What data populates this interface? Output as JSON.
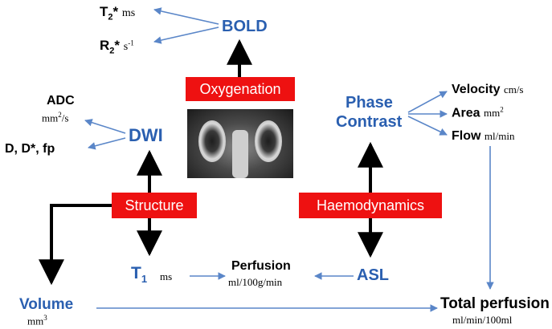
{
  "colors": {
    "blue_text": "#2a5fb0",
    "red_box": "#ee1111",
    "arrow_blue": "#5a86c8",
    "arrow_black": "#000000"
  },
  "bold": {
    "title": "BOLD"
  },
  "t2star": {
    "label": "T",
    "sub": "2",
    "star": "*",
    "unit": "ms"
  },
  "r2star": {
    "label": "R",
    "sub": "2",
    "star": "*",
    "unit": "s",
    "unit_sup": "-1"
  },
  "oxygenation": {
    "label": "Oxygenation"
  },
  "adc": {
    "label": "ADC",
    "unit": "mm",
    "unit_sup": "2",
    "unit_tail": "/s"
  },
  "dwi": {
    "title": "DWI"
  },
  "d_params": {
    "label": "D, D*, fp"
  },
  "structure": {
    "label": "Structure"
  },
  "haemodynamics": {
    "label": "Haemodynamics"
  },
  "phase_contrast": {
    "line1": "Phase",
    "line2": "Contrast"
  },
  "velocity": {
    "label": "Velocity",
    "unit": "cm/s"
  },
  "area": {
    "label": "Area",
    "unit": "mm",
    "unit_sup": "2"
  },
  "flow": {
    "label": "Flow",
    "unit": "ml/min"
  },
  "t1": {
    "label": "T",
    "sub": "1",
    "unit": "ms"
  },
  "perfusion": {
    "label": "Perfusion",
    "unit": "ml/100g/min"
  },
  "asl": {
    "title": "ASL"
  },
  "volume": {
    "title": "Volume",
    "unit": "mm",
    "unit_sup": "3"
  },
  "total_perfusion": {
    "title": "Total perfusion",
    "unit": "ml/min/100ml"
  },
  "image": {
    "icon": "kidney-mri-image"
  }
}
